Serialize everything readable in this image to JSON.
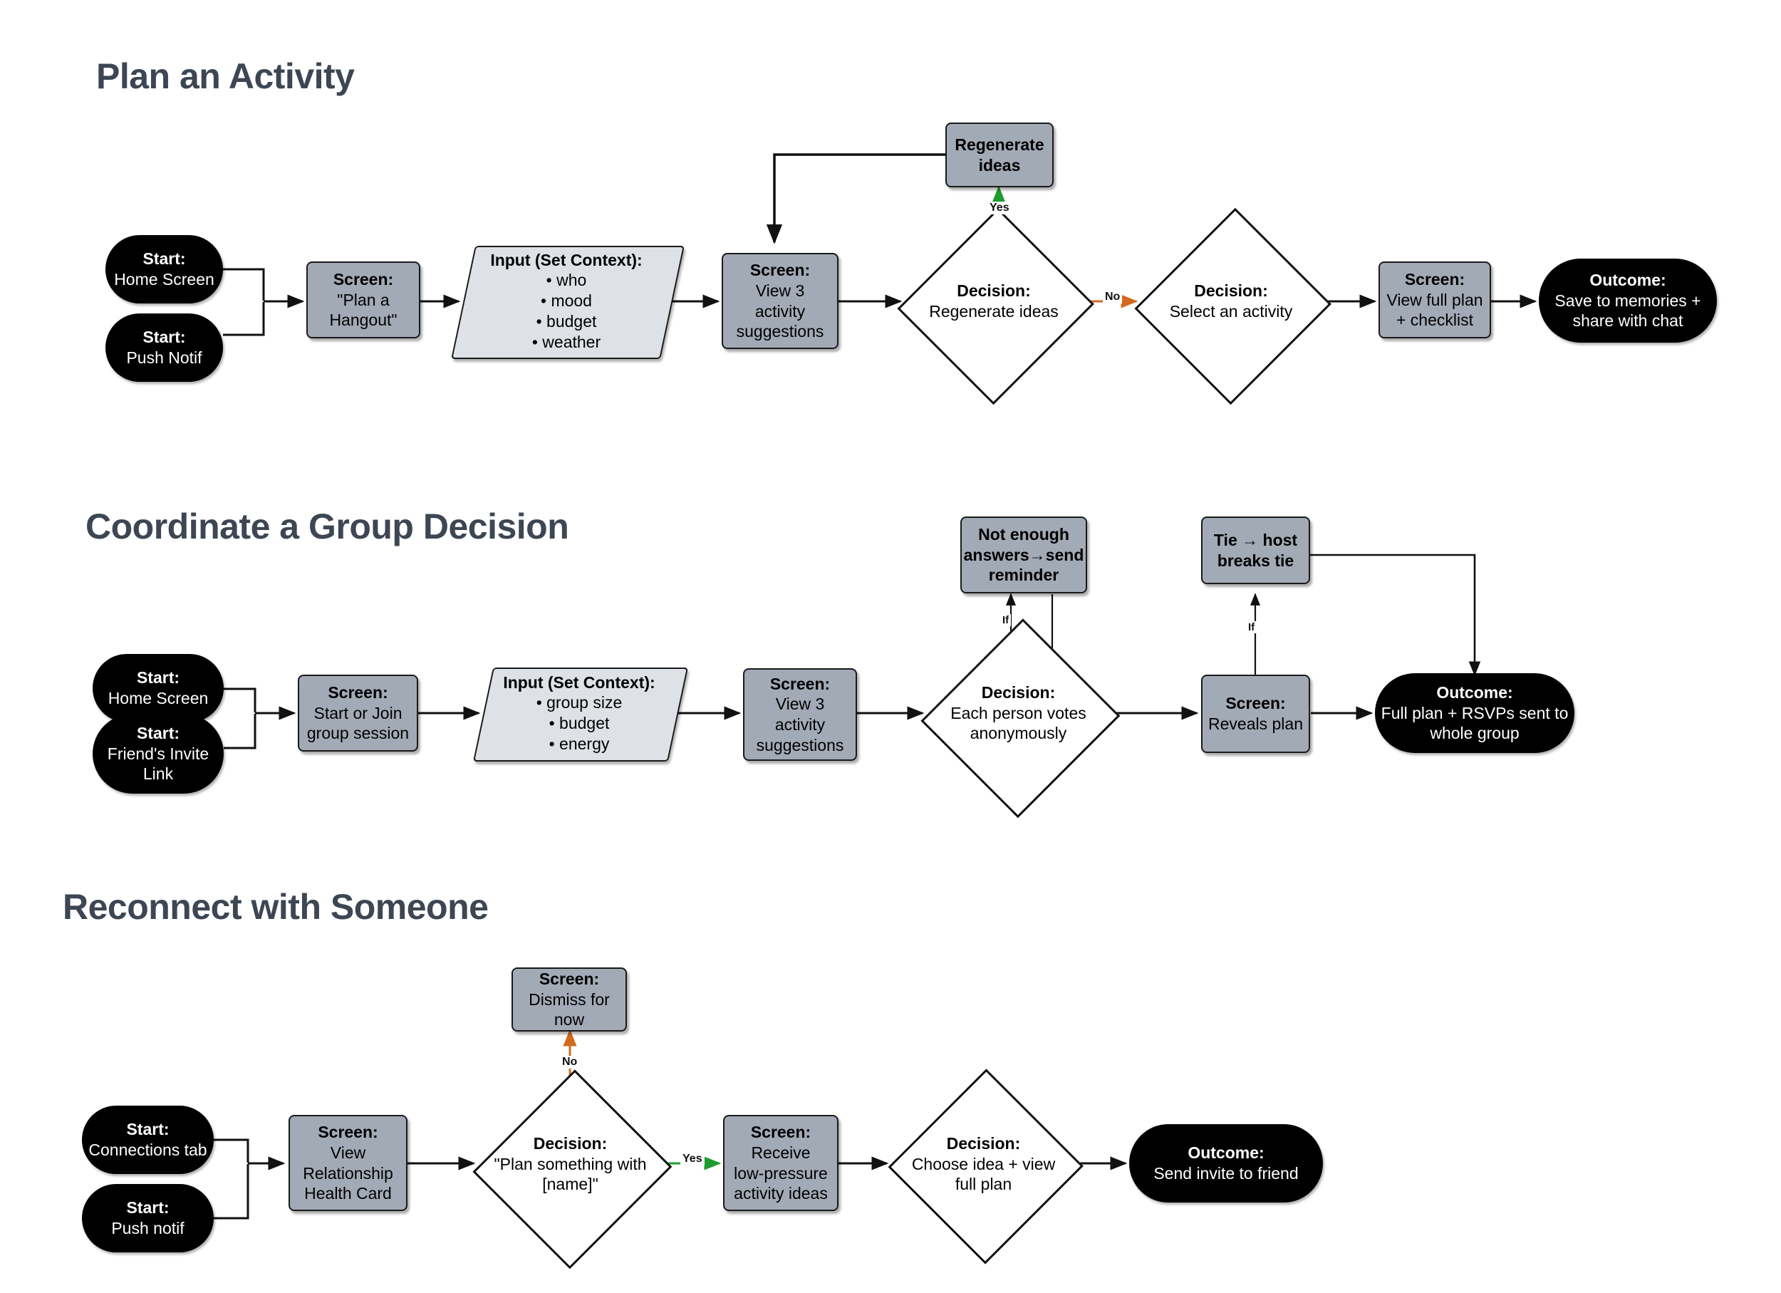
{
  "diagram": {
    "type": "flowchart",
    "orientation": "left-to-right",
    "background": "#ffffff",
    "colors": {
      "heading": "#3d4653",
      "terminator_fill": "#000000",
      "terminator_text": "#ffffff",
      "screen_fill": "#a2aab6",
      "input_fill": "#dee1e6",
      "decision_fill": "#ffffff",
      "edge_default": "#111111",
      "edge_yes": "#1f9c2f",
      "edge_no": "#d2691e"
    }
  },
  "sections": [
    {
      "id": "plan-an-activity",
      "title": "Plan an Activity",
      "nodes": {
        "start_home": {
          "kind": "terminator",
          "line1": "Start:",
          "line2": "Home Screen"
        },
        "start_push": {
          "kind": "terminator",
          "line1": "Start:",
          "line2": "Push Notif"
        },
        "screen_plan": {
          "kind": "screen",
          "line1": "Screen:",
          "line2": "\"Plan a",
          "line3": "Hangout\""
        },
        "input_context": {
          "kind": "input",
          "line1": "Input (Set Context):",
          "bullets": [
            "who",
            "mood",
            "budget",
            "weather"
          ]
        },
        "screen_view3": {
          "kind": "screen",
          "line1": "Screen:",
          "line2": "View 3",
          "line3": "activity",
          "line4": "suggestions"
        },
        "regenerate": {
          "kind": "screen",
          "line1": "Regenerate",
          "line2": "ideas"
        },
        "decision_regen": {
          "kind": "decision",
          "line1": "Decision:",
          "line2": "Regenerate ideas"
        },
        "decision_select": {
          "kind": "decision",
          "line1": "Decision:",
          "line2": "Select an activity"
        },
        "screen_fullplan": {
          "kind": "screen",
          "line1": "Screen:",
          "line2": "View full plan",
          "line3": "+ checklist"
        },
        "outcome_save": {
          "kind": "terminator",
          "line1": "Outcome:",
          "line2": "Save to memories +",
          "line3": "share with chat"
        }
      },
      "edge_labels": {
        "yes": "Yes",
        "no": "No"
      }
    },
    {
      "id": "coordinate-a-group-decision",
      "title": "Coordinate a Group Decision",
      "nodes": {
        "start_home": {
          "kind": "terminator",
          "line1": "Start:",
          "line2": "Home Screen"
        },
        "start_invite": {
          "kind": "terminator",
          "line1": "Start:",
          "line2": "Friend's Invite",
          "line3": "Link"
        },
        "screen_session": {
          "kind": "screen",
          "line1": "Screen:",
          "line2": "Start or Join",
          "line3": "group session"
        },
        "input_context": {
          "kind": "input",
          "line1": "Input (Set Context):",
          "bullets": [
            "group size",
            "budget",
            "energy"
          ]
        },
        "screen_view3": {
          "kind": "screen",
          "line1": "Screen:",
          "line2": "View 3",
          "line3": "activity",
          "line4": "suggestions"
        },
        "reminder": {
          "kind": "screen",
          "line1": "Not enough",
          "line2": "answers→send",
          "line3": "reminder"
        },
        "decision_votes": {
          "kind": "decision",
          "line1": "Decision:",
          "line2": "Each person votes",
          "line3": "anonymously"
        },
        "tiebreak": {
          "kind": "screen",
          "line1": "Tie → host",
          "line2": "breaks tie"
        },
        "screen_reveal": {
          "kind": "screen",
          "line1": "Screen:",
          "line2": "Reveals plan"
        },
        "outcome_group": {
          "kind": "terminator",
          "line1": "Outcome:",
          "line2": "Full plan + RSVPs sent to",
          "line3": "whole group"
        }
      },
      "edge_labels": {
        "if_reminder": "If",
        "if_tie": "If"
      }
    },
    {
      "id": "reconnect-with-someone",
      "title": "Reconnect with Someone",
      "nodes": {
        "start_connections": {
          "kind": "terminator",
          "line1": "Start:",
          "line2": "Connections tab"
        },
        "start_push": {
          "kind": "terminator",
          "line1": "Start:",
          "line2": "Push notif"
        },
        "screen_health": {
          "kind": "screen",
          "line1": "Screen:",
          "line2": "View",
          "line3": "Relationship",
          "line4": "Health Card"
        },
        "screen_dismiss": {
          "kind": "screen",
          "line1": "Screen:",
          "line2": "Dismiss for",
          "line3": "now"
        },
        "decision_plan": {
          "kind": "decision",
          "line1": "Decision:",
          "line2": "\"Plan something with",
          "line3": "[name]\""
        },
        "screen_lowpressure": {
          "kind": "screen",
          "line1": "Screen:",
          "line2": "Receive",
          "line3": "low-pressure",
          "line4": "activity ideas"
        },
        "decision_choose": {
          "kind": "decision",
          "line1": "Decision:",
          "line2": "Choose idea + view",
          "line3": "full plan"
        },
        "outcome_invite": {
          "kind": "terminator",
          "line1": "Outcome:",
          "line2": "Send invite to friend"
        }
      },
      "edge_labels": {
        "yes": "Yes",
        "no": "No"
      }
    }
  ]
}
